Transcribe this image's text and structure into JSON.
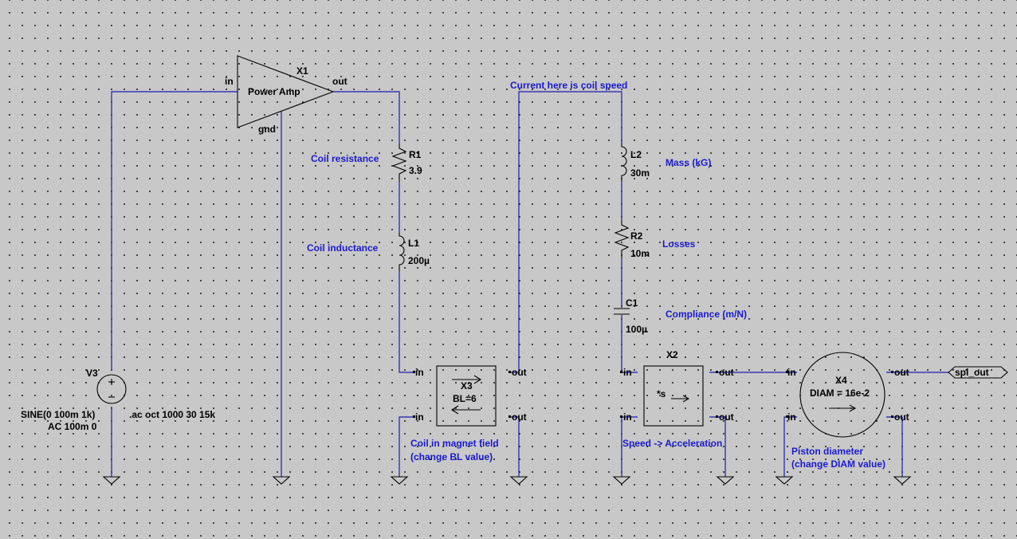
{
  "components": {
    "x1": {
      "ref": "X1",
      "name": "Power Amp",
      "pin_in": "in",
      "pin_out": "out",
      "pin_gnd": "gnd"
    },
    "v3": {
      "ref": "V3",
      "value1": "SINE(0 100m 1k)",
      "value2": "AC 100m 0"
    },
    "directive": ".ac oct 1000 30 15k",
    "r1": {
      "ref": "R1",
      "value": "3.9",
      "desc": "Coil resistance"
    },
    "l1": {
      "ref": "L1",
      "value": "200µ",
      "desc": "Coil inductance"
    },
    "x3": {
      "ref": "X3",
      "value": "BL=6",
      "pin_in": "in",
      "pin_out": "out",
      "desc1": "Coil in magnet field",
      "desc2": "(change BL value)"
    },
    "note_speed": "Current here is coil speed",
    "l2": {
      "ref": "L2",
      "value": "30m",
      "desc": "Mass (kG)"
    },
    "r2": {
      "ref": "R2",
      "value": "10m",
      "desc": "Losses"
    },
    "c1": {
      "ref": "C1",
      "value": "100µ",
      "desc": "Compliance (m/N)"
    },
    "x2": {
      "ref": "X2",
      "value": "*s",
      "pin_in": "in",
      "pin_out": "out",
      "desc": "Speed -> Acceleration"
    },
    "x4": {
      "ref": "X4",
      "value": "DIAM = 16e-2",
      "pin_in": "in",
      "pin_out": "out",
      "desc1": "Piston diameter",
      "desc2": "(change DIAM value)"
    },
    "spl_out": "spl_out"
  },
  "colors": {
    "background": "#c8c8c8",
    "wire": "#1c1cb0",
    "text": "#1a1ad0",
    "symbol": "#000000"
  }
}
